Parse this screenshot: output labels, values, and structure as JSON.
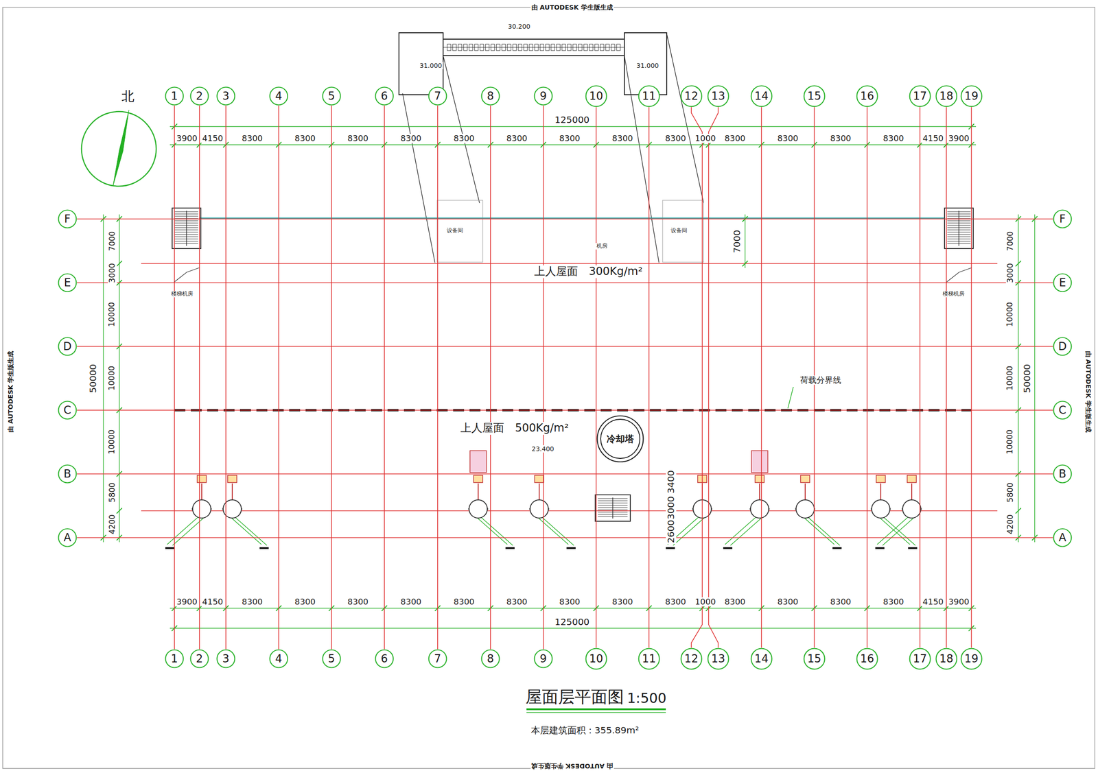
{
  "diagram": {
    "title": "屋面层平面图",
    "caption": "本层建筑面积：355.89m²",
    "nodes": [
      {
        "text": [
          "1"
        ]
      },
      {
        "text": [
          "2"
        ]
      },
      {
        "text": [
          "3"
        ]
      },
      {
        "text": [
          "4"
        ]
      },
      {
        "text": [
          "5"
        ]
      },
      {
        "text": [
          "6"
        ]
      },
      {
        "text": [
          "7"
        ]
      },
      {
        "text": [
          "8"
        ]
      },
      {
        "text": [
          "9"
        ]
      },
      {
        "text": [
          "10"
        ]
      },
      {
        "text": [
          "11"
        ]
      },
      {
        "text": [
          "12"
        ]
      },
      {
        "text": [
          "13"
        ]
      },
      {
        "text": [
          "14"
        ]
      },
      {
        "text": [
          "15"
        ]
      },
      {
        "text": [
          "16"
        ]
      },
      {
        "text": [
          "17"
        ]
      },
      {
        "text": [
          "18"
        ]
      },
      {
        "text": [
          "19"
        ]
      },
      {
        "text": [
          "1"
        ]
      },
      {
        "text": [
          "2"
        ]
      },
      {
        "text": [
          "3"
        ]
      },
      {
        "text": [
          "4"
        ]
      },
      {
        "text": [
          "5"
        ]
      },
      {
        "text": [
          "6"
        ]
      },
      {
        "text": [
          "7"
        ]
      },
      {
        "text": [
          "8"
        ]
      },
      {
        "text": [
          "9"
        ]
      },
      {
        "text": [
          "10"
        ]
      },
      {
        "text": [
          "11"
        ]
      },
      {
        "text": [
          "12"
        ]
      },
      {
        "text": [
          "13"
        ]
      },
      {
        "text": [
          "14"
        ]
      },
      {
        "text": [
          "15"
        ]
      },
      {
        "text": [
          "16"
        ]
      },
      {
        "text": [
          "17"
        ]
      },
      {
        "text": [
          "18"
        ]
      },
      {
        "text": [
          "19"
        ]
      },
      {
        "text": [
          "F"
        ]
      },
      {
        "text": [
          "E"
        ]
      },
      {
        "text": [
          "D"
        ]
      },
      {
        "text": [
          "C"
        ]
      },
      {
        "text": [
          "B"
        ]
      },
      {
        "text": [
          "A"
        ]
      },
      {
        "text": [
          "F"
        ]
      },
      {
        "text": [
          "E"
        ]
      },
      {
        "text": [
          "D"
        ]
      },
      {
        "text": [
          "C"
        ]
      },
      {
        "text": [
          "B"
        ]
      },
      {
        "text": [
          "A"
        ]
      },
      {
        "text": [
          "冷却塔"
        ]
      }
    ],
    "edges": [
      {
        "from": 0,
        "to": 19,
        "arrow": "none"
      },
      {
        "from": 1,
        "to": 20,
        "arrow": "none"
      },
      {
        "from": 2,
        "to": 21,
        "arrow": "none"
      },
      {
        "from": 3,
        "to": 22,
        "arrow": "none"
      },
      {
        "from": 4,
        "to": 23,
        "arrow": "none"
      },
      {
        "from": 5,
        "to": 24,
        "arrow": "none"
      },
      {
        "from": 6,
        "to": 25,
        "arrow": "none"
      },
      {
        "from": 7,
        "to": 26,
        "arrow": "none"
      },
      {
        "from": 8,
        "to": 27,
        "arrow": "none"
      },
      {
        "from": 9,
        "to": 28,
        "arrow": "none"
      },
      {
        "from": 10,
        "to": 29,
        "arrow": "none"
      },
      {
        "from": 11,
        "to": 30,
        "arrow": "none"
      },
      {
        "from": 12,
        "to": 31,
        "arrow": "none"
      },
      {
        "from": 13,
        "to": 32,
        "arrow": "none"
      },
      {
        "from": 14,
        "to": 33,
        "arrow": "none"
      },
      {
        "from": 15,
        "to": 34,
        "arrow": "none"
      },
      {
        "from": 16,
        "to": 35,
        "arrow": "none"
      },
      {
        "from": 17,
        "to": 36,
        "arrow": "none"
      },
      {
        "from": 18,
        "to": 37,
        "arrow": "none"
      },
      {
        "from": 38,
        "to": 44,
        "arrow": "none"
      },
      {
        "from": 39,
        "to": 45,
        "arrow": "none"
      },
      {
        "from": 40,
        "to": 46,
        "arrow": "none"
      },
      {
        "from": 41,
        "to": 47,
        "arrow": "none"
      },
      {
        "from": 42,
        "to": 48,
        "arrow": "none"
      },
      {
        "from": 43,
        "to": 49,
        "arrow": "none"
      }
    ],
    "labels": [
      "由 AUTODESK 学生版生成",
      "由 AUTODESK 学生版生成",
      "由 AUTODESK 学生版生成",
      "由 AUTODESK 学生版生成",
      "北",
      "30.200",
      "31.000",
      "31.000",
      "125000",
      "3900",
      "4150",
      "8300",
      "8300",
      "8300",
      "8300",
      "8300",
      "8300",
      "8300",
      "8300",
      "8300",
      "1000",
      "8300",
      "8300",
      "8300",
      "8300",
      "4150",
      "3900",
      "3900",
      "4150",
      "8300",
      "8300",
      "8300",
      "8300",
      "8300",
      "8300",
      "8300",
      "8300",
      "8300",
      "1000",
      "8300",
      "8300",
      "8300",
      "8300",
      "4150",
      "3900",
      "125000",
      "7000",
      "3000",
      "10000",
      "10000",
      "10000",
      "5800",
      "4200",
      "50000",
      "7000",
      "3000",
      "10000",
      "10000",
      "10000",
      "5800",
      "4200",
      "50000",
      "7000",
      "设备间",
      "机房",
      "设备间",
      "上人屋面　300Kg/m²",
      "楼梯机房",
      "楼梯机房",
      "荷载分界线",
      "上人屋面　500Kg/m²",
      "23.400",
      "3400",
      "3000",
      "2600",
      "1:500"
    ]
  }
}
